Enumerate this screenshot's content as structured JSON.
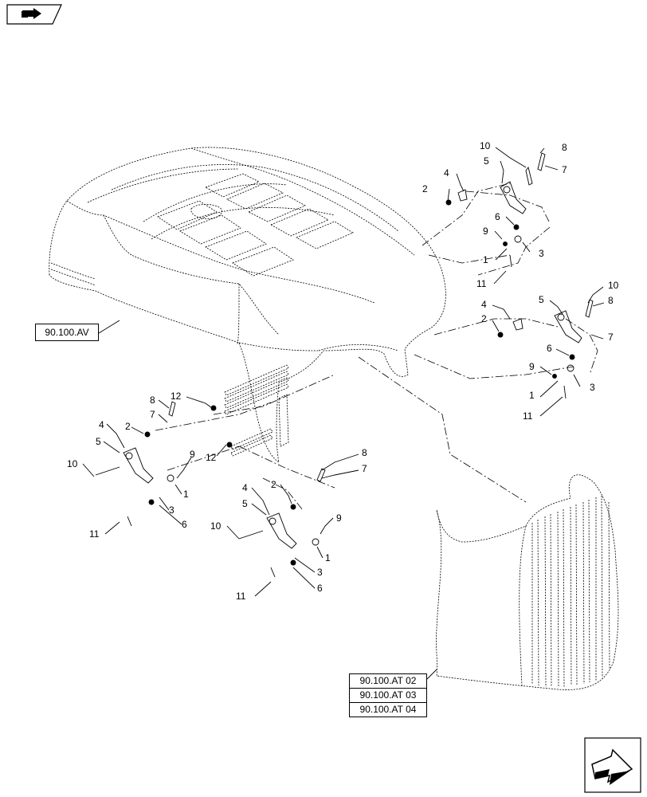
{
  "references": {
    "hood": "90.100.AV",
    "grille": [
      "90.100.AT 02",
      "90.100.AT 03",
      "90.100.AT 04"
    ]
  },
  "callouts": {
    "top_right": [
      "10",
      "8",
      "5",
      "7",
      "4",
      "2",
      "6",
      "9",
      "3",
      "1",
      "11"
    ],
    "mid_right": [
      "10",
      "5",
      "8",
      "4",
      "2",
      "7",
      "6",
      "9",
      "3",
      "1",
      "11"
    ],
    "left": [
      "12",
      "8",
      "7",
      "4",
      "2",
      "5",
      "9",
      "10",
      "1",
      "3",
      "6",
      "11"
    ],
    "center": [
      "12",
      "8",
      "7",
      "2",
      "4",
      "5",
      "9",
      "10",
      "1",
      "3",
      "6",
      "11"
    ]
  },
  "icons": {
    "top_left": "book-hand-icon",
    "bottom_right": "next-page-arrow-icon"
  }
}
